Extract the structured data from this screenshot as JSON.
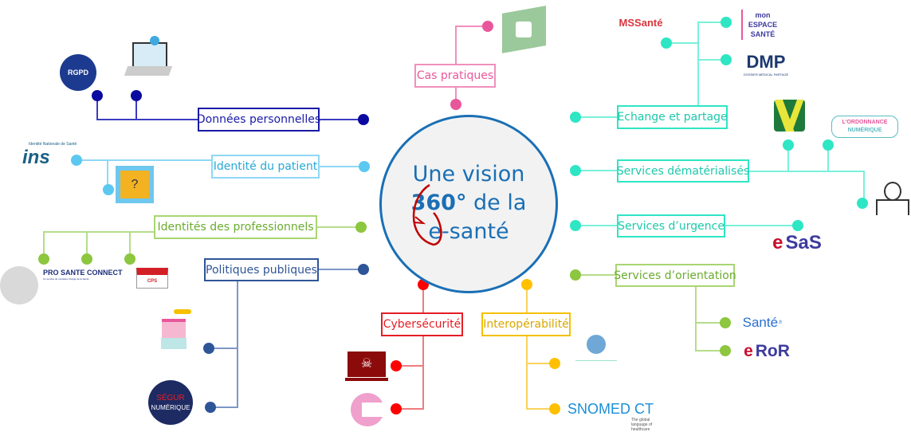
{
  "center": {
    "line1": "Une vision",
    "line2_num": "360°",
    "line2_rest": " de la",
    "line3": "e-santé"
  },
  "colors": {
    "navy": "#1a1aa8",
    "lightblue": "#5bc8f0",
    "green": "#8dc63f",
    "darkblue": "#2e5597",
    "pink": "#e8579b",
    "red": "#e51e25",
    "yellow": "#f5c000",
    "turquoise": "#2ee6c4",
    "circle": "#1a6fb5"
  },
  "branches": {
    "donnees": {
      "label": "Données personnelles",
      "logo_rgpd": "RGPD"
    },
    "identite_patient": {
      "label": "Identité du patient",
      "logo_ins": "ins",
      "logo_ins_sub": "Identité Nationale de Santé"
    },
    "identites_pro": {
      "label": "Identités des professionnels",
      "logo_psc": "PRO SANTE CONNECT",
      "logo_psc_sub": "Un service du ministère chargé de la Santé",
      "logo_cps": "CPS"
    },
    "politiques": {
      "label": "Politiques publiques",
      "logo_segur1": "SÉGUR",
      "logo_segur2": "NUMÉRIQUE"
    },
    "cas_pratiques": {
      "label": "Cas pratiques"
    },
    "cyber": {
      "label": "Cybersécurité"
    },
    "interop": {
      "label": "Interopérabilité",
      "logo_snomed": "SNOMED CT",
      "logo_snomed_sub": "The global language of healthcare"
    },
    "echange": {
      "label": "Echange et partage",
      "logo_mss": "MSSanté",
      "logo_mes1": "mon",
      "logo_mes2": "ESPACE",
      "logo_mes3": "SANTÉ",
      "logo_dmp": "DMP",
      "logo_dmp_sub": "DOSSIER MÉDICAL PARTAGÉ"
    },
    "dematerialises": {
      "label": "Services dématérialisés",
      "logo_ordo1": "L'ORDONNANCE",
      "logo_ordo2": "NUMÉRIQUE"
    },
    "urgence": {
      "label": "Services d’urgence",
      "logo_sas": "SaS"
    },
    "orientation": {
      "label": "Services d’orientation",
      "logo_sante": "Santé",
      "logo_sante_fr": ".fr",
      "logo_ror": "RoR"
    }
  }
}
